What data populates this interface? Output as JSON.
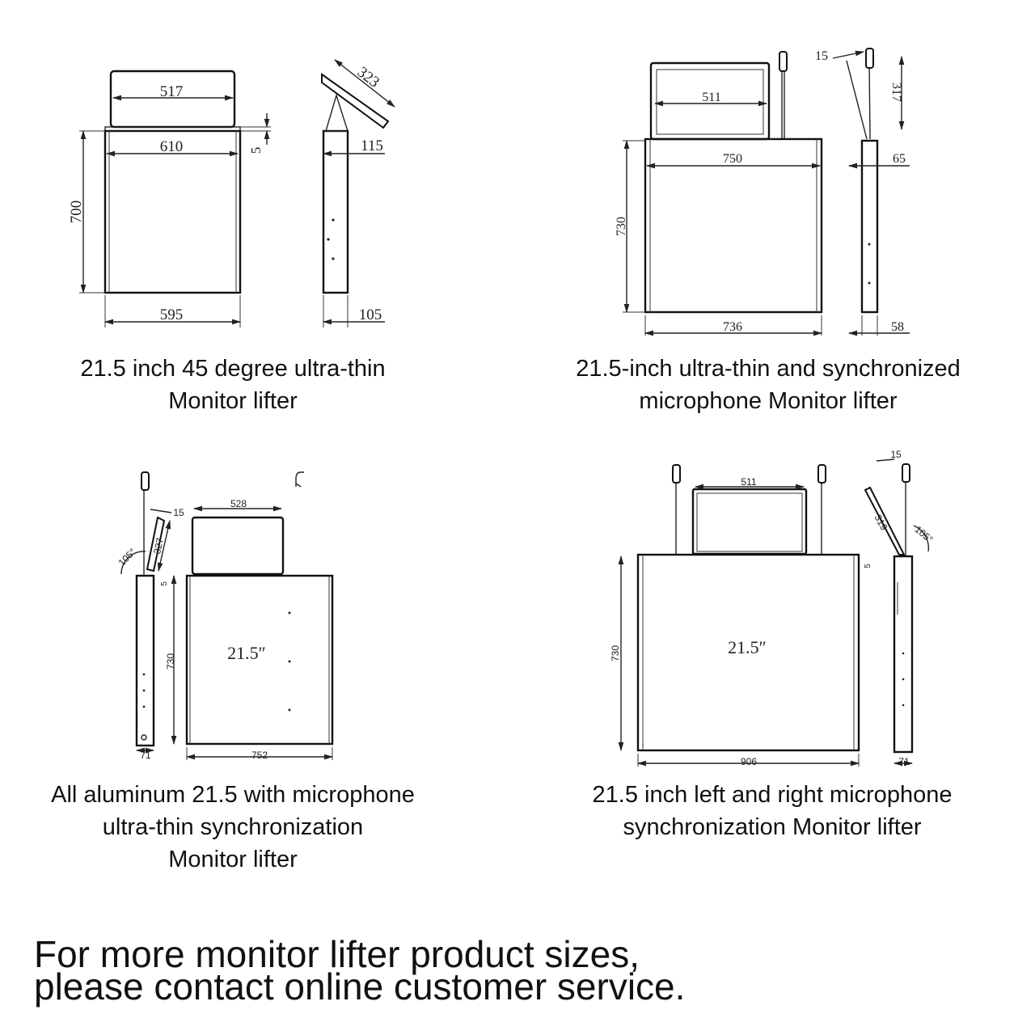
{
  "products": [
    {
      "caption": [
        "21.5 inch 45 degree ultra-thin",
        "Monitor lifter"
      ],
      "dimensions": {
        "screen_width": "517",
        "top_width": "610",
        "lid_thickness": "5",
        "height": "700",
        "bottom_width": "595",
        "tilt_length": "323",
        "side_top_depth": "115",
        "side_bottom_depth": "105"
      }
    },
    {
      "caption": [
        "21.5-inch ultra-thin and synchronized",
        "microphone Monitor lifter"
      ],
      "dimensions": {
        "screen_width": "511",
        "top_width": "750",
        "height": "730",
        "bottom_width": "736",
        "mic_offset": "15",
        "mic_length": "317",
        "side_top_depth": "65",
        "side_bottom_depth": "58"
      }
    },
    {
      "caption": [
        "All aluminum 21.5 with microphone",
        "ultra-thin synchronization",
        "Monitor lifter"
      ],
      "dimensions": {
        "screen_width": "528",
        "screen_size": "21.5″",
        "height": "730",
        "bottom_width": "752",
        "mic_offset": "15",
        "mic_length": "327",
        "angle": "105°",
        "lid": "5",
        "side_depth": "71"
      }
    },
    {
      "caption": [
        "21.5 inch left and right microphone",
        "synchronization Monitor lifter"
      ],
      "dimensions": {
        "screen_width": "511",
        "screen_size": "21.5″",
        "height": "730",
        "bottom_width": "906",
        "mic_offset": "15",
        "mic_length": "319",
        "angle": "105°",
        "lid": "5",
        "side_depth": "71"
      }
    }
  ],
  "footer": {
    "line1": "For more monitor lifter product sizes,",
    "line2": "please contact online customer service."
  }
}
